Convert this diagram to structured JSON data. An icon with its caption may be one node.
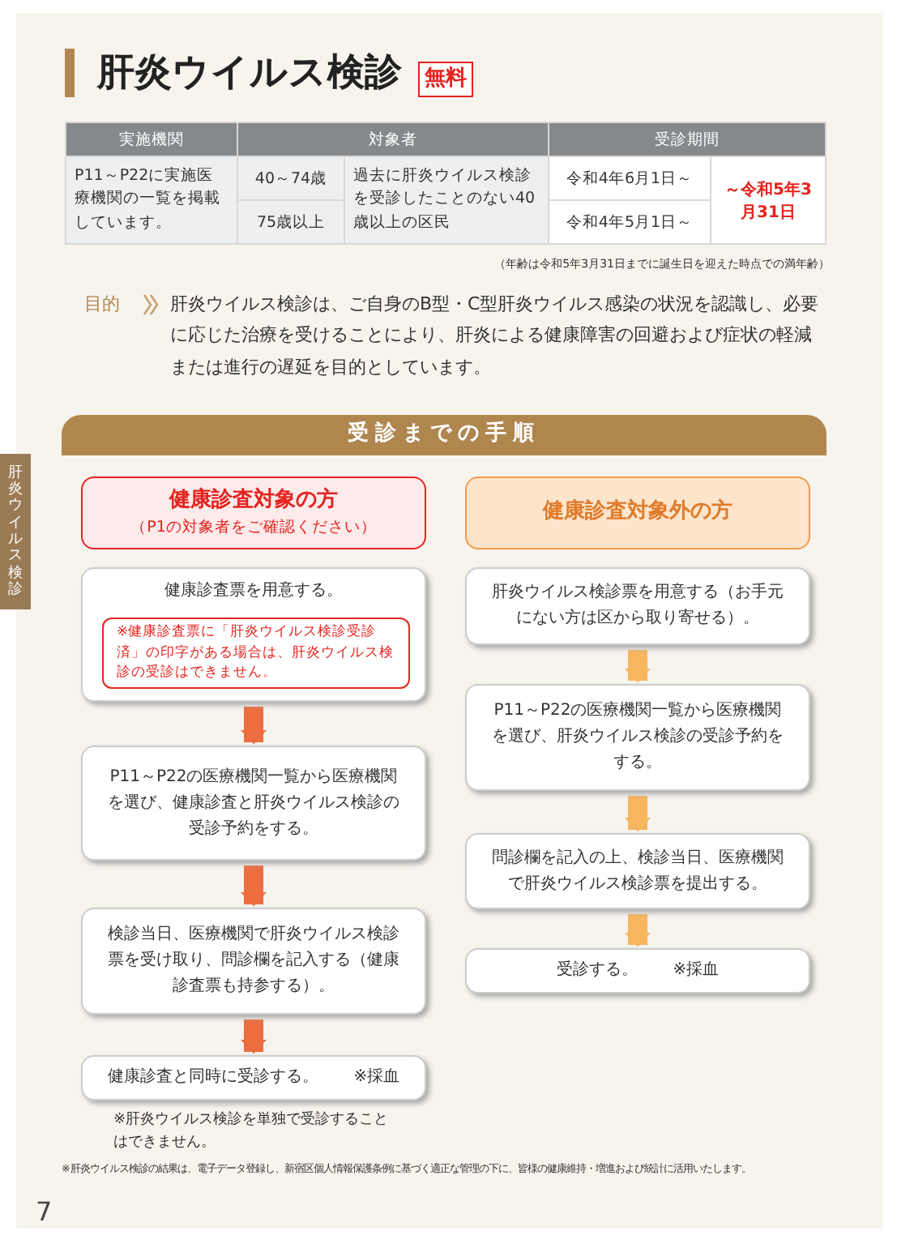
{
  "diagram": {
    "title": "肝炎ウイルス検診",
    "nodes": [
      {
        "text": [
          "無料"
        ]
      },
      {
        "text": [
          "受診までの手順"
        ]
      },
      {
        "text": [
          "健康診査対象の方",
          "（P1の対象者をご確認ください）"
        ]
      },
      {
        "text": [
          "健康診査票を用意する。"
        ]
      },
      {
        "text": [
          "※健康診査票に「肝炎ウイルス検診受診済」の印字がある場合は、肝炎ウイルス検診の受診はできません。"
        ],
        "in": 3
      },
      {
        "text": [
          "P11～P22の医療機関一覧から医療機関を選び、健康診査と肝炎ウイルス検診の受診予約をする。"
        ]
      },
      {
        "text": [
          "検診当日、医療機関で肝炎ウイルス検診票を受け取り、問診欄を記入する（健康診査票も持参する）。"
        ]
      },
      {
        "text": [
          "健康診査と同時に受診する。",
          "※採血"
        ],
        "beside": [
          "※肝炎ウイルス検診を単独で受診することはできません。"
        ]
      },
      {
        "text": [
          "健康診査対象外の方"
        ]
      },
      {
        "text": [
          "肝炎ウイルス検診票を用意する（お手元にない方は区から取り寄せる）。"
        ]
      },
      {
        "text": [
          "P11～P22の医療機関一覧から医療機関を選び、肝炎ウイルス検診の受診予約をする。"
        ]
      },
      {
        "text": [
          "問診欄を記入の上、検診当日、医療機関で肝炎ウイルス検診票を提出する。"
        ]
      },
      {
        "text": [
          "受診する。",
          "※採血"
        ]
      },
      {
        "text": [
          "肝炎ウイルス検診"
        ]
      }
    ],
    "edges": [
      {
        "from": 3,
        "to": 5,
        "arrow": "to",
        "color": "#ec6d3f"
      },
      {
        "from": 5,
        "to": 6,
        "arrow": "to",
        "color": "#ec6d3f"
      },
      {
        "from": 6,
        "to": 7,
        "arrow": "to",
        "color": "#ec6d3f"
      },
      {
        "from": 9,
        "to": 10,
        "arrow": "to",
        "color": "#f7b55e"
      },
      {
        "from": 10,
        "to": 11,
        "arrow": "to",
        "color": "#f7b55e"
      },
      {
        "from": 11,
        "to": 12,
        "arrow": "to",
        "color": "#f7b55e"
      }
    ],
    "labels": [
      "実施機関",
      "対象者",
      "受診期間",
      "P11～P22に実施医療機関の一覧を掲載しています。",
      "40～74歳",
      "過去に肝炎ウイルス検診を受診したことのない40歳以上の区民",
      "令和4年6月1日～",
      "～令和5年3月31日",
      "75歳以上",
      "令和4年5月1日～",
      "（年齢は令和5年3月31日までに誕生日を迎えた時点での満年齢）",
      "目的",
      "肝炎ウイルス検診は、ご自身のB型・C型肝炎ウイルス感染の状況を認識し、必要に応じた治療を受けることにより、肝炎による健康障害の回避および症状の軽減または進行の遅延を目的としています。",
      "※肝炎ウイルス検診の結果は、電子データ登録し、新宿区個人情報保護条例に基づく適正な管理の下に、皆様の健康維持・増進および統計に活用いたします。",
      "7"
    ]
  }
}
